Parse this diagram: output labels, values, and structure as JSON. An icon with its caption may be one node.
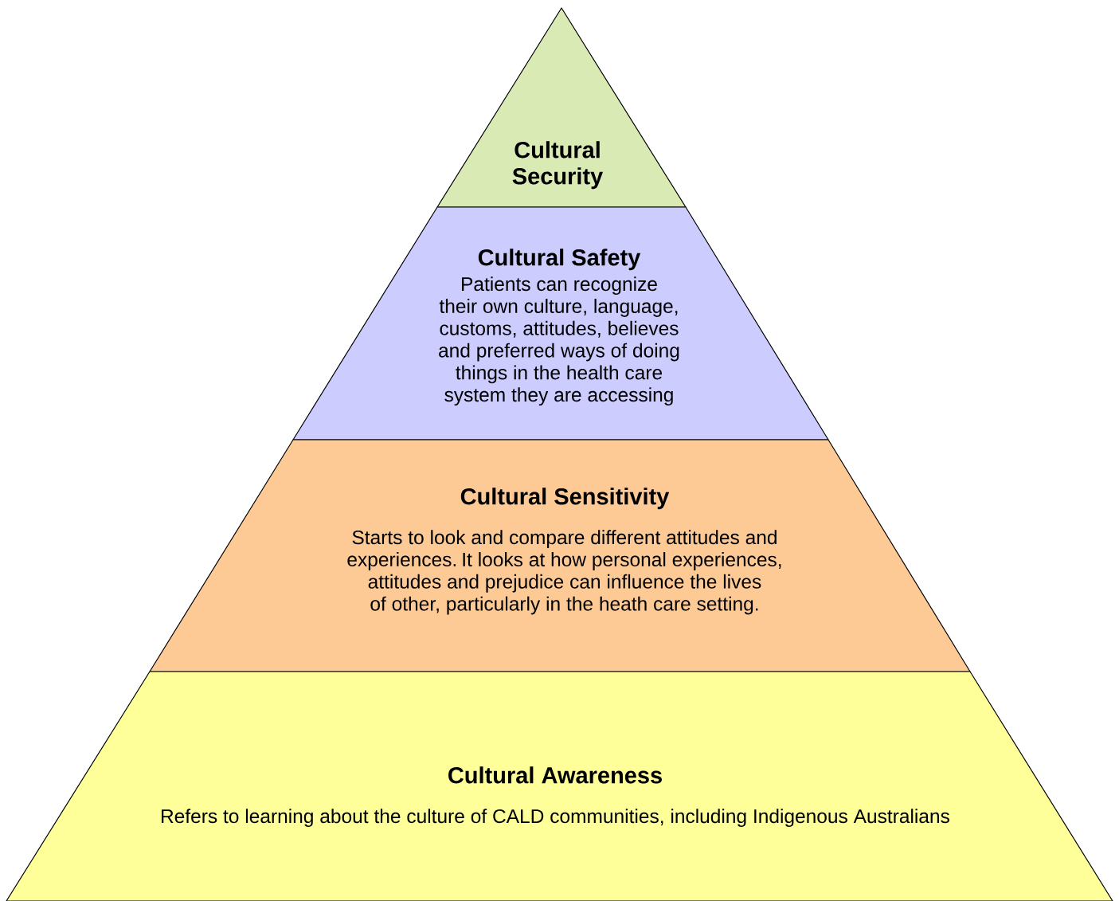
{
  "diagram": {
    "nodes": [
      {
        "text": [
          "Cultural Security"
        ]
      },
      {
        "text": [
          "Cultural Safety",
          "Patients can recognize their own culture, language, customs, attitudes, believes and preferred ways of doing things in the health care system they are accessing"
        ]
      },
      {
        "text": [
          "Cultural Sensitivity",
          "Starts to look and compare different attitudes and experiences. It looks at how personal experiences, attitudes and prejudice can influence the lives of other, particularly in the heath care setting."
        ]
      },
      {
        "text": [
          "Cultural Awareness",
          "Refers to learning about the culture of CALD communities, including Indigenous Australians"
        ]
      }
    ]
  }
}
